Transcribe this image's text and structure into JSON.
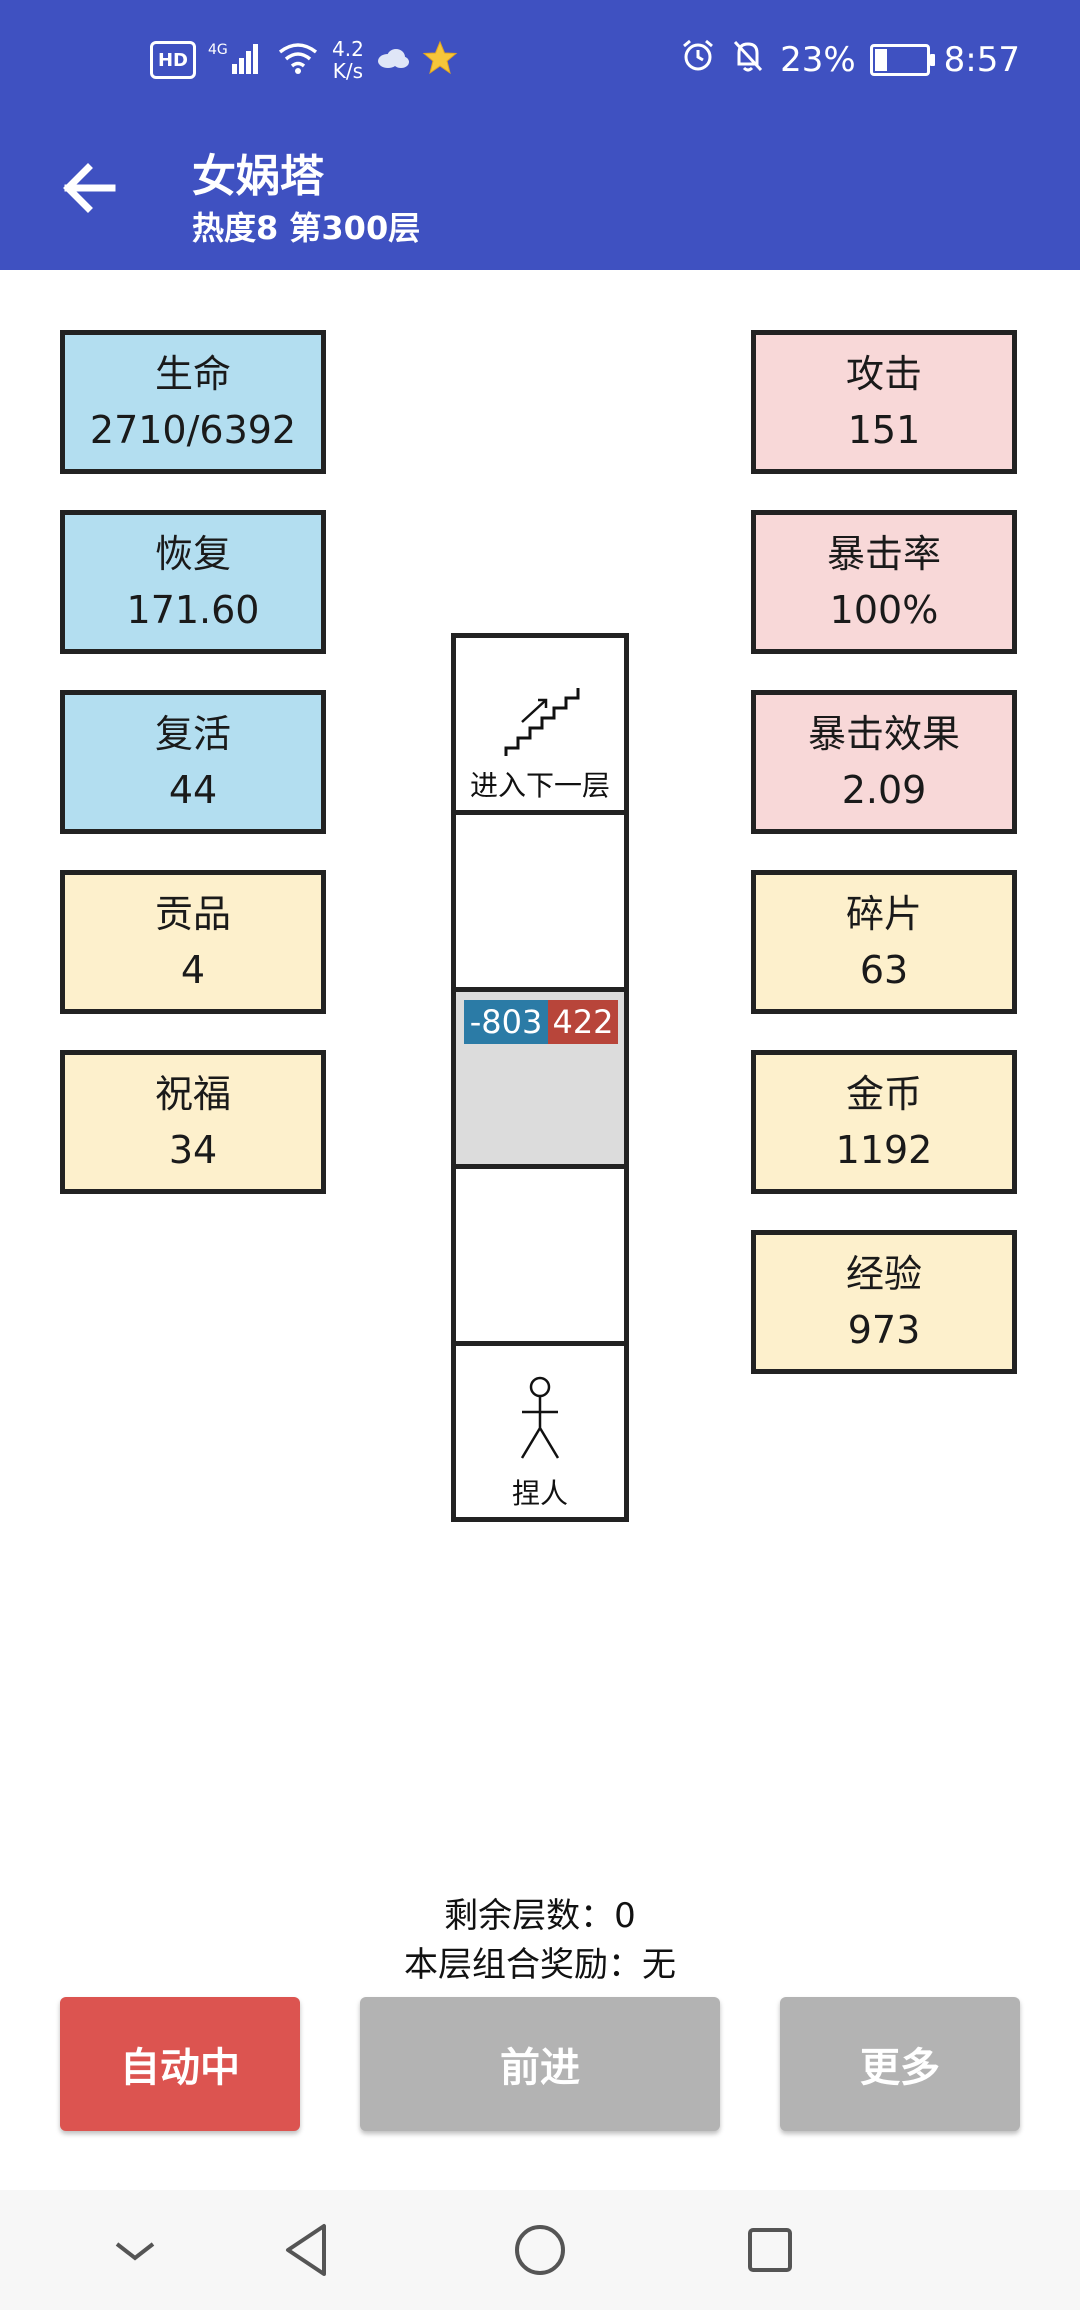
{
  "status_bar": {
    "hd": "HD",
    "network": "4G",
    "speed_value": "4.2",
    "speed_unit": "K/s",
    "battery_percent": "23%",
    "battery_level": 0.23,
    "time": "8:57"
  },
  "header": {
    "title": "女娲塔",
    "subtitle": "热度8 第300层"
  },
  "stats_left": [
    {
      "label": "生命",
      "value": "2710/6392"
    },
    {
      "label": "恢复",
      "value": "171.60"
    },
    {
      "label": "复活",
      "value": "44"
    },
    {
      "label": "贡品",
      "value": "4"
    },
    {
      "label": "祝福",
      "value": "34"
    }
  ],
  "stats_right": [
    {
      "label": "攻击",
      "value": "151"
    },
    {
      "label": "暴击率",
      "value": "100%"
    },
    {
      "label": "暴击效果",
      "value": "2.09"
    },
    {
      "label": "碎片",
      "value": "63"
    },
    {
      "label": "金币",
      "value": "1192"
    },
    {
      "label": "经验",
      "value": "973"
    }
  ],
  "tower": {
    "stairs_label": "进入下一层",
    "enemy_attack": "-803",
    "enemy_hp": "422",
    "player_label": "捏人"
  },
  "info": {
    "remaining_floors": "剩余层数：0",
    "floor_reward": "本层组合奖励：无"
  },
  "buttons": {
    "auto": "自动中",
    "forward": "前进",
    "more": "更多"
  },
  "colors": {
    "appbar": "#3f51c1",
    "blue_stat": "#b3def0",
    "red_stat": "#f8d8d8",
    "yellow_stat": "#fdf0cc",
    "auto_button": "#dc5450",
    "disabled_button": "#b3b3b3"
  }
}
